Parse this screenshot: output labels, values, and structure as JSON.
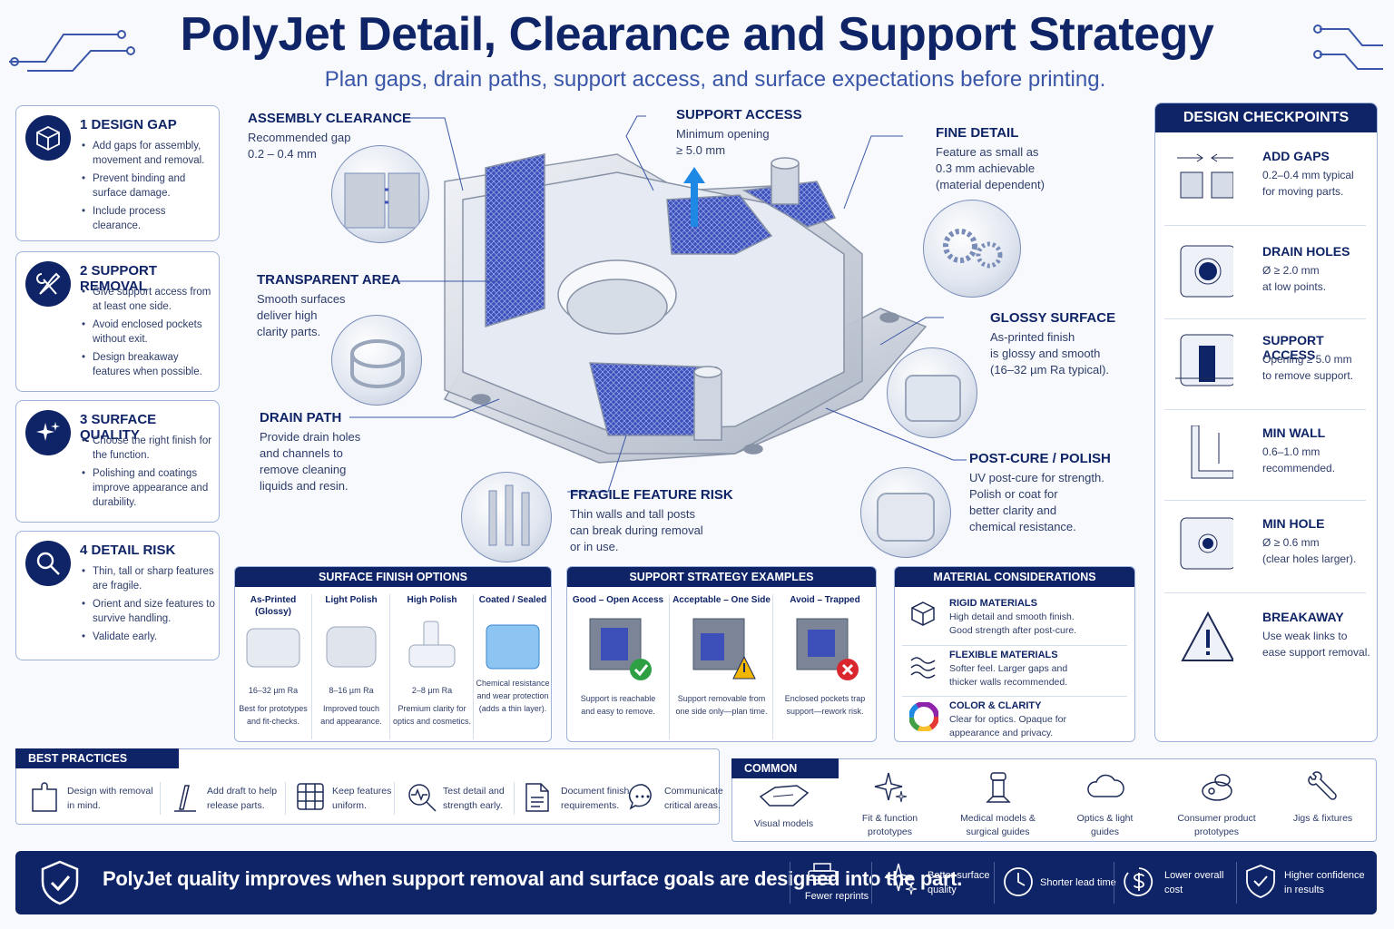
{
  "title": "PolyJet Detail, Clearance and Support Strategy",
  "subtitle": "Plan gaps, drain paths, support access, and surface expectations before printing.",
  "left_cards": [
    {
      "num": "1",
      "heading": "DESIGN GAP",
      "icon": "cube-icon",
      "bullets": [
        "Add gaps for assembly, movement and removal.",
        "Prevent binding and surface damage.",
        "Include process clearance."
      ]
    },
    {
      "num": "2",
      "heading": "SUPPORT REMOVAL",
      "icon": "tools-icon",
      "bullets": [
        "Give support access from at least one side.",
        "Avoid enclosed pockets without exit.",
        "Design breakaway features when possible."
      ]
    },
    {
      "num": "3",
      "heading": "SURFACE QUALITY",
      "icon": "sparkle-icon",
      "bullets": [
        "Choose the right finish for the function.",
        "Polishing and coatings improve appearance and durability."
      ]
    },
    {
      "num": "4",
      "heading": "DETAIL RISK",
      "icon": "magnifier-icon",
      "bullets": [
        "Thin, tall or sharp features are fragile.",
        "Orient and size features to survive handling.",
        "Validate early."
      ]
    }
  ],
  "callouts": {
    "assembly": {
      "heading": "ASSEMBLY CLEARANCE",
      "line1": "Recommended gap",
      "line2": "0.2 – 0.4 mm"
    },
    "support": {
      "heading": "SUPPORT ACCESS",
      "line1": "Minimum opening",
      "line2": "≥ 5.0 mm"
    },
    "fine": {
      "heading": "FINE DETAIL",
      "line1": "Feature as small as",
      "line2": "0.3 mm achievable",
      "line3": "(material dependent)"
    },
    "transparent": {
      "heading": "TRANSPARENT AREA",
      "line1": "Smooth surfaces",
      "line2": "deliver high",
      "line3": "clarity parts."
    },
    "glossy": {
      "heading": "GLOSSY SURFACE",
      "line1": "As-printed finish",
      "line2": "is glossy and smooth",
      "line3": "(16–32 µm Ra typical)."
    },
    "drain": {
      "heading": "DRAIN PATH",
      "line1": "Provide drain holes",
      "line2": "and channels to",
      "line3": "remove cleaning",
      "line4": "liquids and resin."
    },
    "postcure": {
      "heading": "POST-CURE / POLISH",
      "line1": "UV post-cure for strength.",
      "line2": "Polish or coat for",
      "line3": "better clarity and",
      "line4": "chemical resistance."
    },
    "fragile": {
      "heading": "FRAGILE FEATURE RISK",
      "line1": "Thin walls and tall posts",
      "line2": "can break during removal",
      "line3": "or in use."
    }
  },
  "checkpoints": {
    "heading": "DESIGN CHECKPOINTS",
    "items": [
      {
        "title": "ADD GAPS",
        "l1": "0.2–0.4 mm typical",
        "l2": "for moving parts."
      },
      {
        "title": "DRAIN HOLES",
        "l1": "Ø ≥ 2.0 mm",
        "l2": "at low points."
      },
      {
        "title": "SUPPORT ACCESS",
        "l1": "Opening ≥ 5.0 mm",
        "l2": "to remove support."
      },
      {
        "title": "MIN WALL",
        "l1": "0.6–1.0 mm",
        "l2": "recommended."
      },
      {
        "title": "MIN HOLE",
        "l1": "Ø ≥ 0.6 mm",
        "l2": "(clear holes larger)."
      },
      {
        "title": "BREAKAWAY",
        "l1": "Use weak links to",
        "l2": "ease support removal."
      }
    ]
  },
  "finish": {
    "heading": "SURFACE FINISH OPTIONS",
    "cols": [
      {
        "t1": "As-Printed",
        "t2": "(Glossy)",
        "ra": "16–32 µm Ra",
        "d1": "Best for prototypes",
        "d2": "and fit-checks."
      },
      {
        "t1": "Light Polish",
        "t2": "",
        "ra": "8–16 µm Ra",
        "d1": "Improved touch",
        "d2": "and appearance."
      },
      {
        "t1": "High Polish",
        "t2": "",
        "ra": "2–8 µm Ra",
        "d1": "Premium clarity for",
        "d2": "optics and cosmetics."
      },
      {
        "t1": "Coated / Sealed",
        "t2": "",
        "ra": "Chemical resistance",
        "d1": "and wear protection",
        "d2": "(adds a thin layer)."
      }
    ]
  },
  "strategy": {
    "heading": "SUPPORT STRATEGY EXAMPLES",
    "cols": [
      {
        "t": "Good – Open Access",
        "d1": "Support is reachable",
        "d2": "and easy to remove.",
        "status": "check-icon",
        "color": "#2ea043"
      },
      {
        "t": "Acceptable – One Side",
        "d1": "Support removable from",
        "d2": "one side only—plan time.",
        "status": "warning-icon",
        "color": "#f2b705"
      },
      {
        "t": "Avoid – Trapped",
        "d1": "Enclosed pockets trap",
        "d2": "support—rework risk.",
        "status": "cross-icon",
        "color": "#d9262f"
      }
    ]
  },
  "materials": {
    "heading": "MATERIAL CONSIDERATIONS",
    "rows": [
      {
        "t": "RIGID MATERIALS",
        "d1": "High detail and smooth finish.",
        "d2": "Good strength after post-cure.",
        "icon": "cube-outline-icon"
      },
      {
        "t": "FLEXIBLE MATERIALS",
        "d1": "Softer feel. Larger gaps and",
        "d2": "thicker walls recommended.",
        "icon": "wave-icon"
      },
      {
        "t": "COLOR & CLARITY",
        "d1": "Clear for optics. Opaque for",
        "d2": "appearance and privacy.",
        "icon": "color-wheel-icon"
      }
    ]
  },
  "best_practices": {
    "heading": "BEST PRACTICES",
    "items": [
      {
        "l1": "Design with removal",
        "l2": "in mind.",
        "icon": "puzzle-icon"
      },
      {
        "l1": "Add draft to help",
        "l2": "release parts.",
        "icon": "draft-icon"
      },
      {
        "l1": "Keep features",
        "l2": "uniform.",
        "icon": "grid-icon"
      },
      {
        "l1": "Test detail and",
        "l2": "strength early.",
        "icon": "test-icon"
      },
      {
        "l1": "Document finish",
        "l2": "requirements.",
        "icon": "document-icon"
      },
      {
        "l1": "Communicate",
        "l2": "critical areas.",
        "icon": "chat-icon"
      }
    ]
  },
  "common_uses": {
    "heading": "COMMON USES",
    "items": [
      {
        "l1": "Visual models",
        "l2": "",
        "icon": "model-icon"
      },
      {
        "l1": "Fit & function",
        "l2": "prototypes",
        "icon": "sparkle-icon"
      },
      {
        "l1": "Medical models &",
        "l2": "surgical guides",
        "icon": "medical-icon"
      },
      {
        "l1": "Optics & light",
        "l2": "guides",
        "icon": "cloud-icon"
      },
      {
        "l1": "Consumer product",
        "l2": "prototypes",
        "icon": "product-icon"
      },
      {
        "l1": "Jigs & fixtures",
        "l2": "",
        "icon": "wrench-icon"
      }
    ]
  },
  "banner": {
    "message": "PolyJet quality improves when support removal and surface goals are designed into the part.",
    "benefits": [
      {
        "l1": "Fewer reprints",
        "l2": "",
        "icon": "printer-icon"
      },
      {
        "l1": "Better surface",
        "l2": "quality",
        "icon": "sparkle-icon"
      },
      {
        "l1": "Shorter lead time",
        "l2": "",
        "icon": "clock-icon"
      },
      {
        "l1": "Lower overall",
        "l2": "cost",
        "icon": "dollar-icon"
      },
      {
        "l1": "Higher confidence",
        "l2": "in results",
        "icon": "shield-check-icon"
      }
    ]
  },
  "colors": {
    "navy": "#0f2466",
    "blue": "#3a56a8",
    "support": "#3d4fb8"
  }
}
